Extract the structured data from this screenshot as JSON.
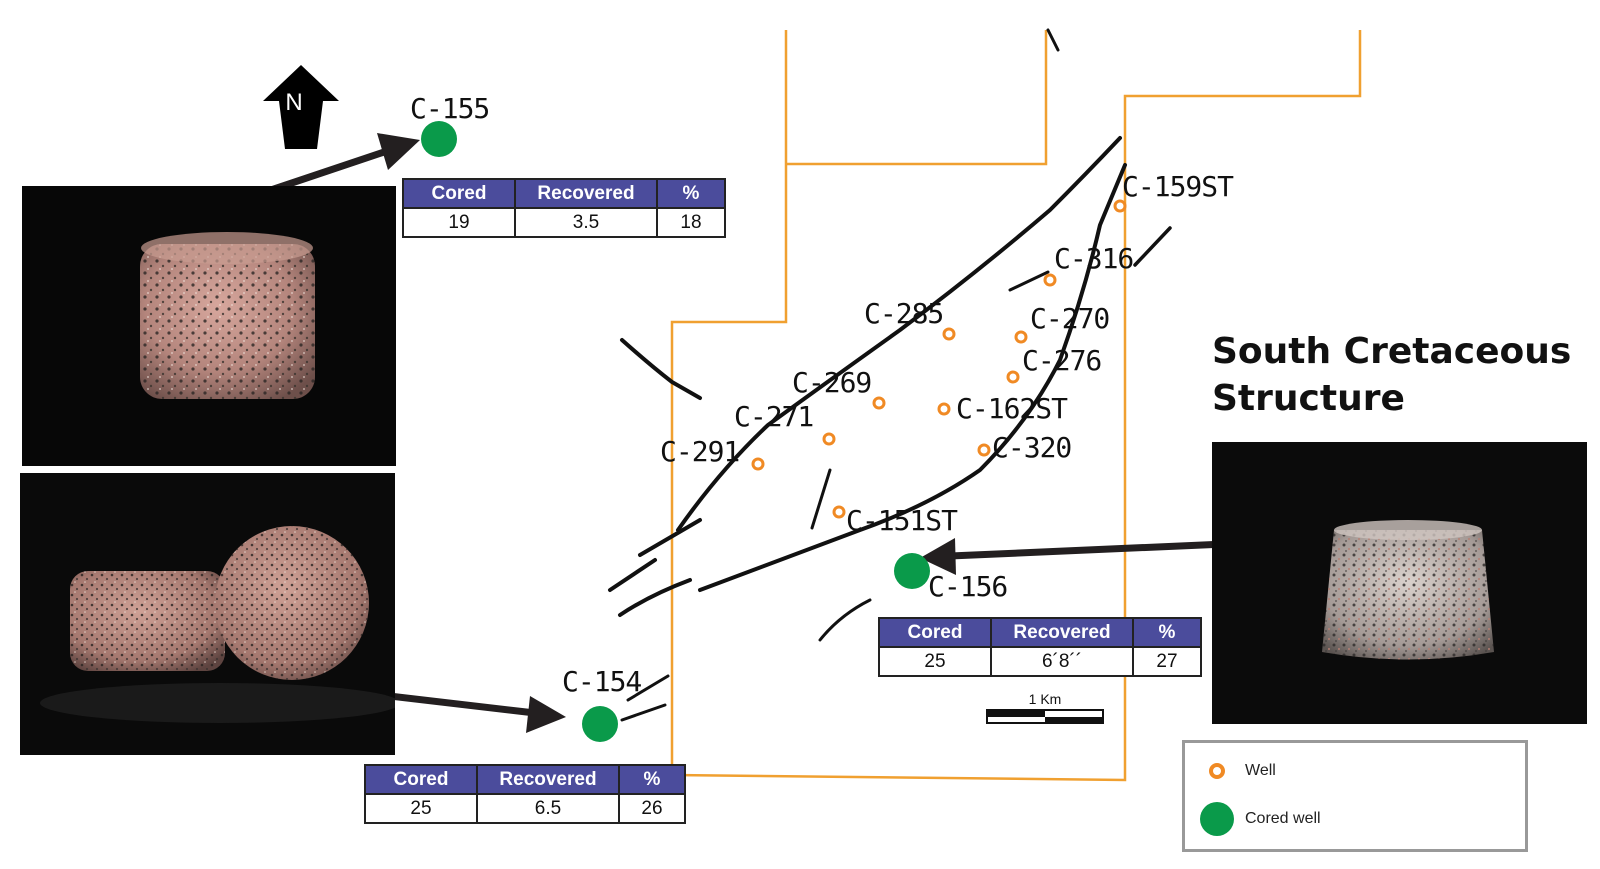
{
  "title": {
    "line1": "South Cretaceous",
    "line2": "Structure"
  },
  "north_arrow": {
    "label": "N"
  },
  "scale_bar": {
    "label": "1 Km"
  },
  "legend": {
    "items": [
      {
        "label": "Well",
        "symbol": "orange-ring-icon"
      },
      {
        "label": "Cored well",
        "symbol": "green-dot-icon"
      }
    ]
  },
  "wells": {
    "c155": "C-155",
    "c159st": "C-159ST",
    "c316": "C-316",
    "c285": "C-285",
    "c270": "C-270",
    "c276": "C-276",
    "c269": "C-269",
    "c271": "C-271",
    "c162st": "C-162ST",
    "c291": "C-291",
    "c320": "C-320",
    "c151st": "C-151ST",
    "c156": "C-156",
    "c154": "C-154"
  },
  "core_tables": {
    "c155": {
      "headers": [
        "Cored",
        "Recovered",
        "%"
      ],
      "values": [
        "19",
        "3.5",
        "18"
      ]
    },
    "c156": {
      "headers": [
        "Cored",
        "Recovered",
        "%"
      ],
      "values": [
        "25",
        "6´8´´",
        "27"
      ]
    },
    "c154": {
      "headers": [
        "Cored",
        "Recovered",
        "%"
      ],
      "values": [
        "25",
        "6.5",
        "26"
      ]
    }
  },
  "colors": {
    "well": "#f08a24",
    "cored_well": "#0a9a4a",
    "boundary": "#f0a030",
    "fault": "#111111",
    "table_header": "#4b4c9c"
  }
}
